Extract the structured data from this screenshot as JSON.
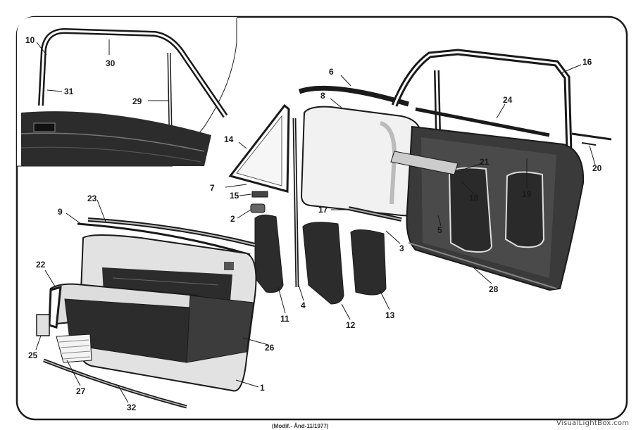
{
  "diagram": {
    "callouts": {
      "c1": "1",
      "c2": "2",
      "c3": "3",
      "c4": "4",
      "c5": "5",
      "c6": "6",
      "c7": "7",
      "c8": "8",
      "c9": "9",
      "c10": "10",
      "c11": "11",
      "c12": "12",
      "c13": "13",
      "c14": "14",
      "c15": "15",
      "c16": "16",
      "c17": "17",
      "c18": "18",
      "c19": "19",
      "c20": "20",
      "c21": "21",
      "c22": "22",
      "c23": "23",
      "c24": "24",
      "c25": "25",
      "c26": "26",
      "c27": "27",
      "c28": "28",
      "c29": "29",
      "c30": "30",
      "c31": "31",
      "c32": "32"
    },
    "footnote": "(Modif.- Ånd-11/1977)",
    "watermark": "VisualLightBox.com"
  },
  "colors": {
    "ink": "#1a1a1a",
    "panel_dark": "#2c2c2c",
    "panel_light": "#d8d8d8",
    "glass": "#f1f1f1"
  }
}
